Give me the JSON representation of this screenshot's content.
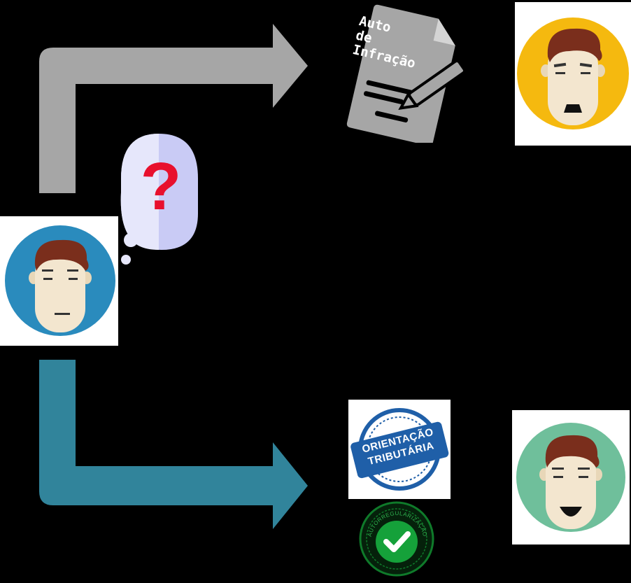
{
  "document_icon": {
    "text_lines": [
      "Auto",
      "de",
      "Infração"
    ]
  },
  "badge": {
    "line1": "ORIENTAÇÃO",
    "line2": "TRIBUTÁRIA"
  },
  "seal": {
    "text": "AUTORREGULARIZAÇÃO"
  },
  "thought_bubble": {
    "symbol": "?"
  },
  "colors": {
    "background": "#000000",
    "gray_arrow": "#a6a6a6",
    "teal_arrow": "#31849b",
    "blue_avatar": "#2a8bbd",
    "yellow_avatar": "#f5b90f",
    "green_avatar": "#6fbf9b",
    "badge_blue": "#1f5fa8",
    "seal_green": "#0f7a2a"
  }
}
